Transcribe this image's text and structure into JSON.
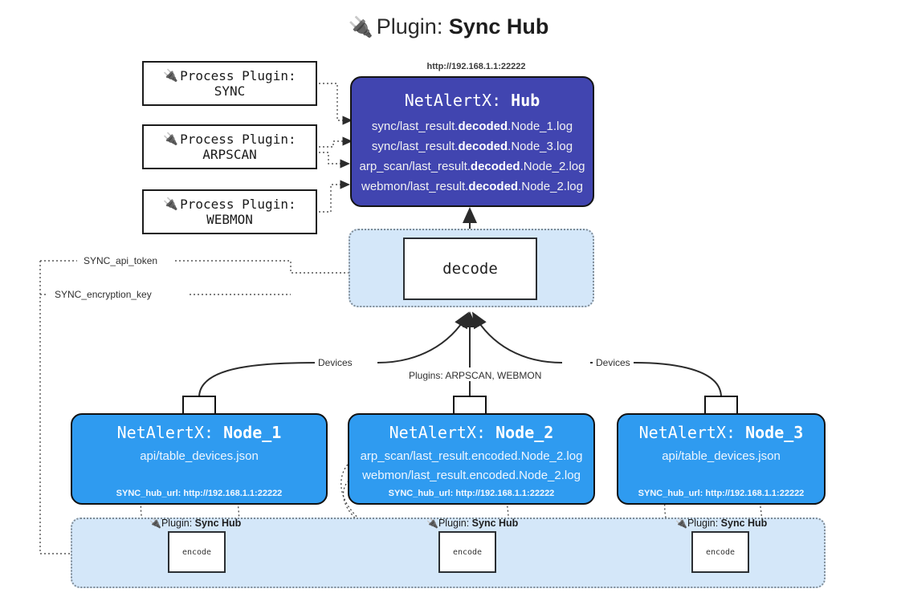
{
  "title": {
    "plug_icon": "plug-icon",
    "prefix": "Plugin: ",
    "name": "Sync Hub"
  },
  "process_plugins": [
    {
      "label": "Process Plugin:",
      "name": "SYNC"
    },
    {
      "label": "Process Plugin:",
      "name": "ARPSCAN"
    },
    {
      "label": "Process Plugin:",
      "name": "WEBMON"
    }
  ],
  "hub": {
    "url": "http://192.168.1.1:22222",
    "title_prefix": "NetAlertX: ",
    "title_name": "Hub",
    "logs": [
      {
        "pre": "sync/last_result.",
        "mid": "decoded",
        "post": ".Node_1.log"
      },
      {
        "pre": "sync/last_result.",
        "mid": "decoded",
        "post": ".Node_3.log"
      },
      {
        "pre": "arp_scan/last_result.",
        "mid": "decoded",
        "post": ".Node_2.log"
      },
      {
        "pre": "webmon/last_result.",
        "mid": "decoded",
        "post": ".Node_2.log"
      }
    ]
  },
  "decode": {
    "label": "decode"
  },
  "edge_labels": {
    "devices_left": "Devices",
    "devices_right": "Devices",
    "plugins": "Plugins: ARPSCAN, WEBMON",
    "api_token": "SYNC_api_token",
    "encryption_key": "SYNC_encryption_key"
  },
  "nodes": [
    {
      "title_prefix": "NetAlertX: ",
      "title_name": "Node_1",
      "lines": [
        "api/table_devices.json"
      ],
      "footer": "SYNC_hub_url: http://192.168.1.1:22222"
    },
    {
      "title_prefix": "NetAlertX: ",
      "title_name": "Node_2",
      "lines": [
        "arp_scan/last_result.encoded.Node_2.log",
        "webmon/last_result.encoded.Node_2.log"
      ],
      "footer": "SYNC_hub_url: http://192.168.1.1:22222"
    },
    {
      "title_prefix": "NetAlertX: ",
      "title_name": "Node_3",
      "lines": [
        "api/table_devices.json"
      ],
      "footer": "SYNC_hub_url: http://192.168.1.1:22222"
    }
  ],
  "band": {
    "plugin_label_prefix": "Plugin: ",
    "plugin_label_name": "Sync Hub",
    "encode_label": "encode"
  },
  "colors": {
    "hub_fill": "#4145b0",
    "node_fill": "#2f9bf0",
    "panel_fill": "#d4e7f9",
    "stroke": "#111111",
    "dotted_stroke": "#7f8b96"
  }
}
